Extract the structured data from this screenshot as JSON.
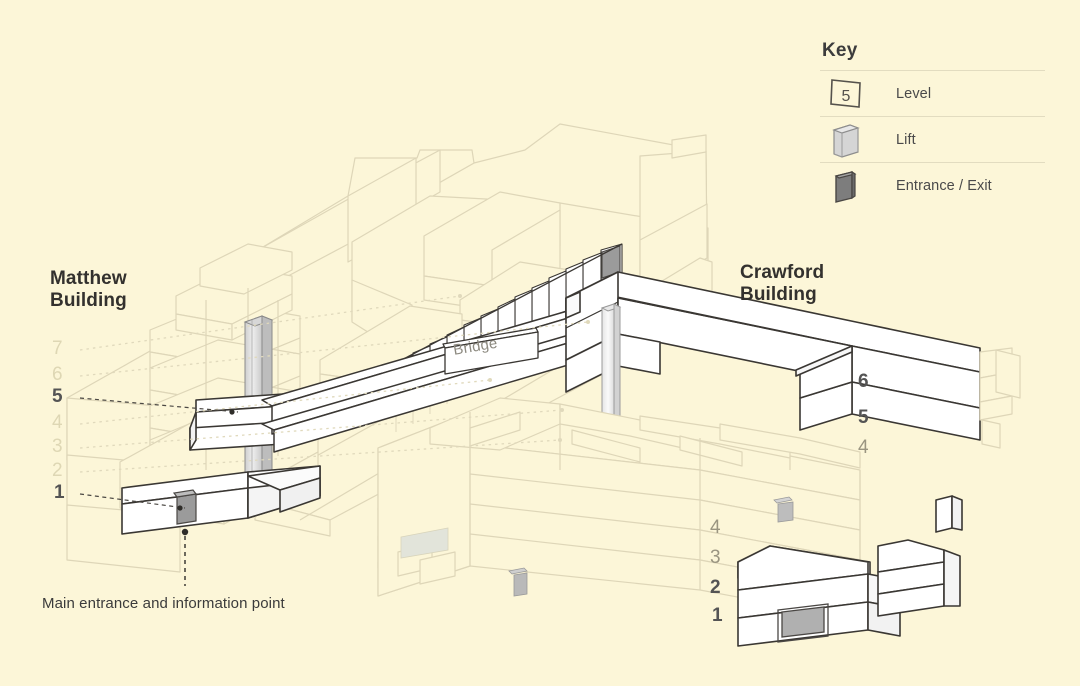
{
  "page": {
    "background_color": "#FCF6D8",
    "kind": "isometric-campus-map"
  },
  "key": {
    "title": "Key",
    "items": [
      {
        "icon": "level-plate-icon",
        "sample_value": "5",
        "label": "Level"
      },
      {
        "icon": "lift-shaft-icon",
        "label": "Lift"
      },
      {
        "icon": "entrance-block-icon",
        "label": "Entrance / Exit"
      }
    ]
  },
  "buildings": [
    {
      "id": "matthew",
      "title": "Matthew\nBuilding",
      "levels": [
        {
          "label": "7",
          "highlight": false
        },
        {
          "label": "6",
          "highlight": false
        },
        {
          "label": "5",
          "highlight": true
        },
        {
          "label": "4",
          "highlight": false
        },
        {
          "label": "3",
          "highlight": false
        },
        {
          "label": "2",
          "highlight": false
        },
        {
          "label": "1",
          "highlight": true
        }
      ]
    },
    {
      "id": "crawford",
      "title": "Crawford\nBuilding",
      "levels": [
        {
          "label": "6",
          "highlight": true
        },
        {
          "label": "5",
          "highlight": true
        },
        {
          "label": "4",
          "highlight": false
        }
      ]
    },
    {
      "id": "lower-right-wing",
      "title": "",
      "levels": [
        {
          "label": "4",
          "highlight": false
        },
        {
          "label": "3",
          "highlight": false
        },
        {
          "label": "2",
          "highlight": true
        },
        {
          "label": "1",
          "highlight": true
        }
      ]
    }
  ],
  "labels": {
    "bridge": "Bridge",
    "main_entrance_note": "Main entrance and information point"
  },
  "colors": {
    "background": "#FCF6D8",
    "faint_outline": "#ded6b8",
    "active_outline": "#3a3733",
    "level_text_dim": "#ded7b4",
    "level_text_mid": "#9a9581",
    "level_text_active": "#545454",
    "title_text": "#33312e",
    "entrance_fill": "#8f8f8f",
    "lift_fill": "#d9d9d9",
    "face_white": "#ffffff"
  }
}
